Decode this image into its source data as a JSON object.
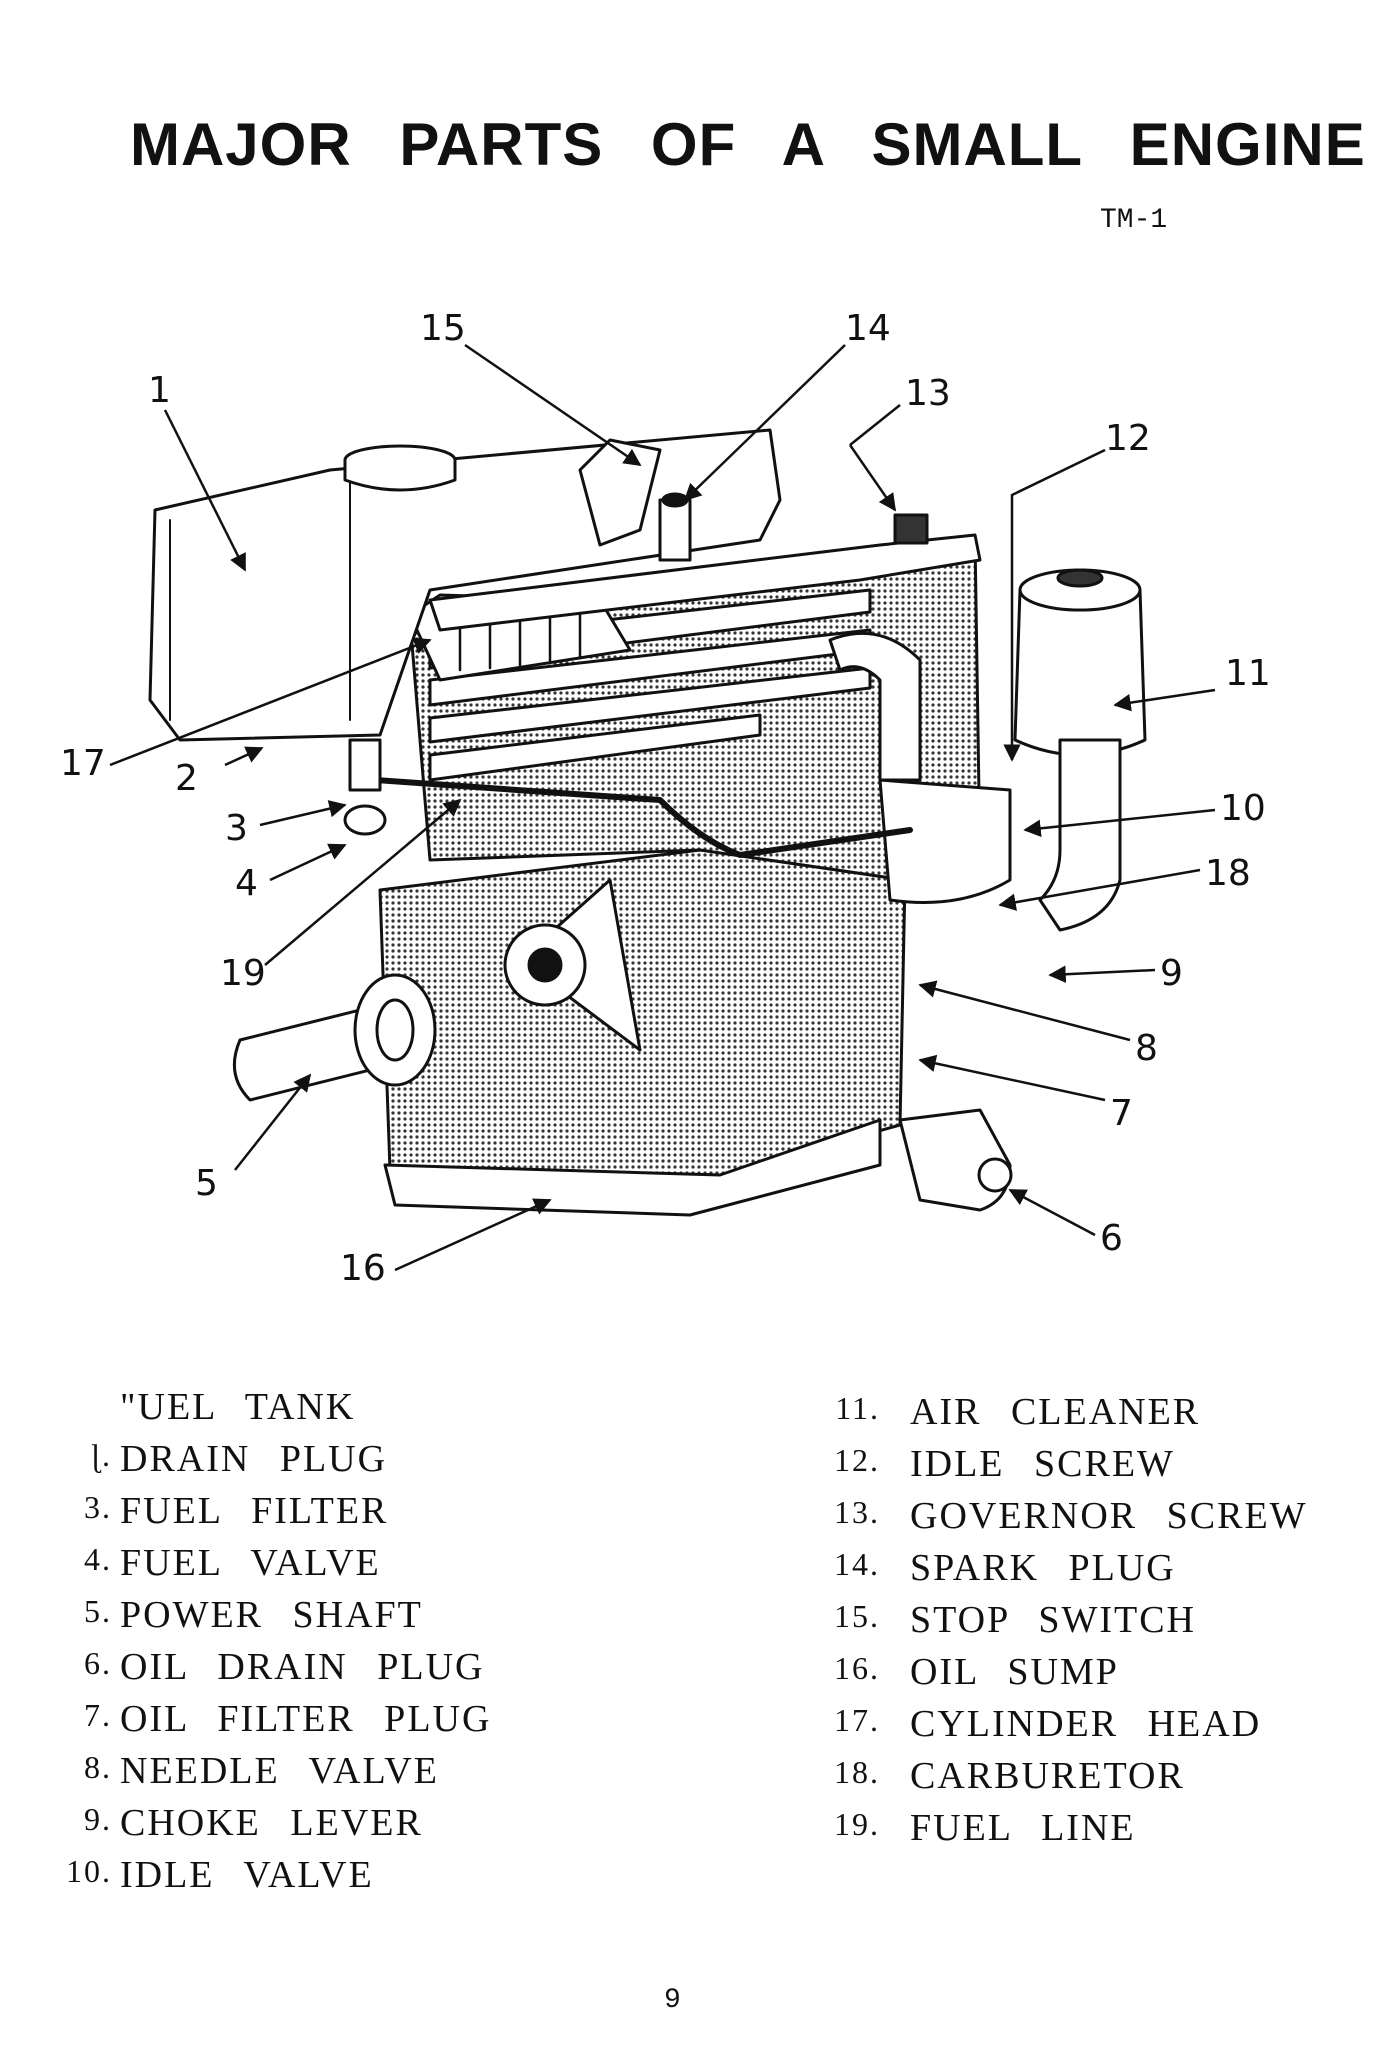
{
  "title": "MAJOR PARTS OF A SMALL ENGINE",
  "code": "TM-1",
  "callouts": [
    "1",
    "2",
    "3",
    "4",
    "5",
    "6",
    "7",
    "8",
    "9",
    "10",
    "11",
    "12",
    "13",
    "14",
    "15",
    "16",
    "17",
    "18",
    "19"
  ],
  "legend_left": [
    {
      "num": "",
      "label": "\"UEL TANK"
    },
    {
      "num": "ɭ.",
      "label": "DRAIN PLUG"
    },
    {
      "num": "3.",
      "label": "FUEL FILTER"
    },
    {
      "num": "4.",
      "label": "FUEL VALVE"
    },
    {
      "num": "5.",
      "label": "POWER SHAFT"
    },
    {
      "num": "6.",
      "label": "OIL DRAIN PLUG"
    },
    {
      "num": "7.",
      "label": "OIL FILTER PLUG"
    },
    {
      "num": "8.",
      "label": "NEEDLE VALVE"
    },
    {
      "num": "9.",
      "label": "CHOKE LEVER"
    },
    {
      "num": "10.",
      "label": "IDLE VALVE"
    }
  ],
  "legend_right": [
    {
      "num": "11.",
      "label": "AIR CLEANER"
    },
    {
      "num": "12.",
      "label": "IDLE SCREW"
    },
    {
      "num": "13.",
      "label": "GOVERNOR SCREW"
    },
    {
      "num": "14.",
      "label": "SPARK PLUG"
    },
    {
      "num": "15.",
      "label": "STOP SWITCH"
    },
    {
      "num": "16.",
      "label": "OIL SUMP"
    },
    {
      "num": "17.",
      "label": "CYLINDER HEAD"
    },
    {
      "num": "18.",
      "label": "CARBURETOR"
    },
    {
      "num": "19.",
      "label": "FUEL LINE"
    }
  ],
  "page_number": "9"
}
